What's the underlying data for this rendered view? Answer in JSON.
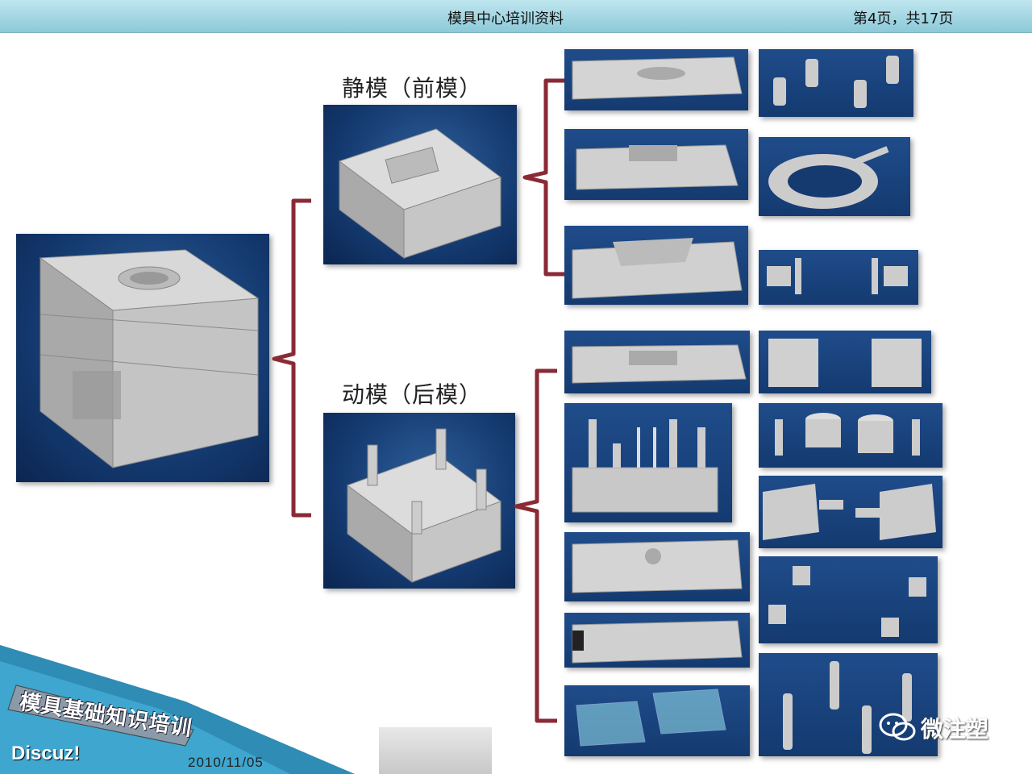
{
  "header": {
    "title": "模具中心培训资料",
    "page": "第4页，共17页"
  },
  "labels": {
    "fixed_mold": "静模（前模）",
    "moving_mold": "动模（后模）"
  },
  "footer": {
    "banner": "模具基础知识培训",
    "brand": "Discuz!",
    "date": "2010/11/05"
  },
  "watermark": {
    "icon": "wechat-icon",
    "text": "微注塑"
  },
  "colors": {
    "header_bg": "#a6d8e4",
    "brace": "#8a2a35",
    "image_bg": "#143a70"
  }
}
